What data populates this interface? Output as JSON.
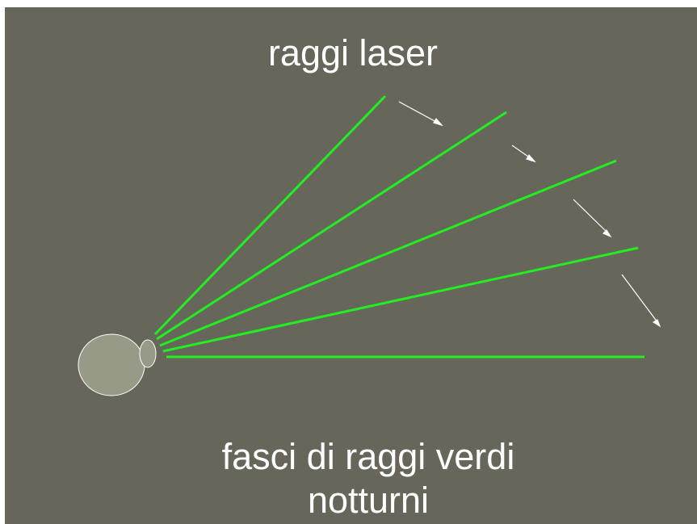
{
  "title": "raggi laser",
  "caption": {
    "line1": "fasci di  raggi verdi",
    "line2": "notturni"
  },
  "colors": {
    "background": "#66675a",
    "beam": "#22ee22",
    "arrow": "#ffffff",
    "eye": "#989a88",
    "text": "#ffffff"
  },
  "icons": [
    "eye-icon"
  ]
}
